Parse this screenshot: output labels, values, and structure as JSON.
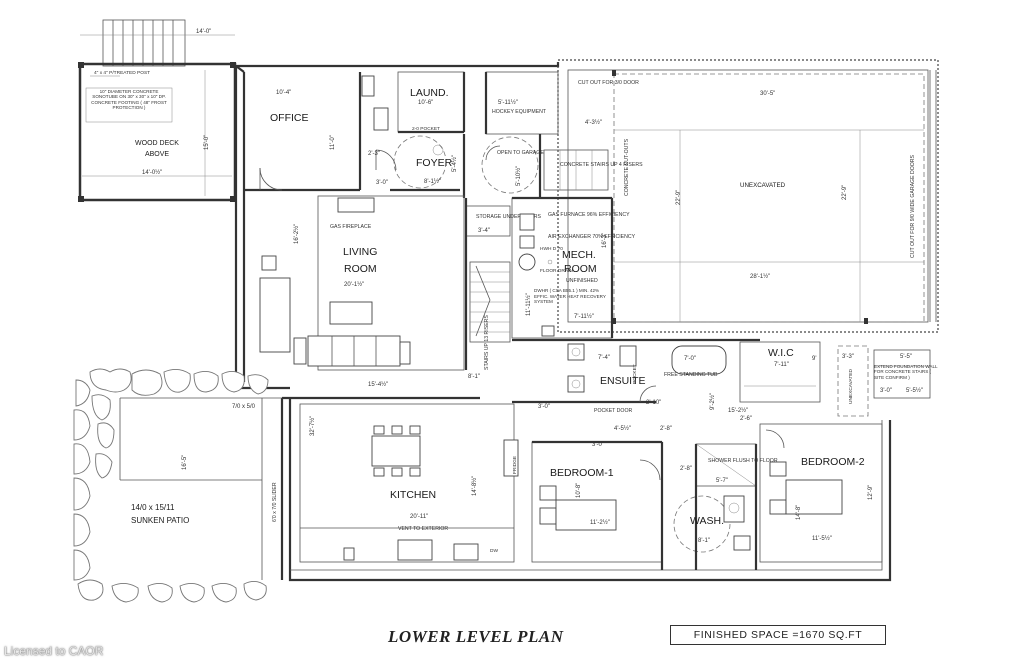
{
  "title": "LOWER LEVEL PLAN",
  "finished_space": "FINISHED SPACE =1670 SQ.FT",
  "watermark": "Licensed to CAOR",
  "rooms": {
    "office": "OFFICE",
    "laundry": "LAUND.",
    "foyer": "FOYER",
    "living_1": "LIVING",
    "living_2": "ROOM",
    "mech_1": "MECH.",
    "mech_2": "ROOM",
    "ensuite": "ENSUITE",
    "wic": "W.I.C",
    "bedroom1": "BEDROOM-1",
    "bedroom2": "BEDROOM-2",
    "kitchen": "KITCHEN",
    "wash": "WASH.",
    "unexcavated": "UNEXCAVATED",
    "wood_deck_1": "WOOD DECK",
    "wood_deck_2": "ABOVE",
    "patio_1": "14/0 x 15/11",
    "patio_2": "SUNKEN PATIO",
    "unexcavated_small": "UNEXCAVATED"
  },
  "dims": {
    "deck_top": "14'-0\"",
    "deck_bottom": "14'-0½\"",
    "deck_side": "15'-0\"",
    "office_w": "10'-4\"",
    "office_h": "11'-0\"",
    "laund_w": "10'-6\"",
    "hockey_w": "5'-11½\"",
    "garage_w": "30'-5\"",
    "garage_h": "22'-9\"",
    "garage_h2": "22'-9\"",
    "garage_in": "28'-1½\"",
    "garage_left": "16'-3\"",
    "door_w": "4'-3½\"",
    "foyer_w": "8'-1½\"",
    "foyer_h": "5'-4½\"",
    "foyer_dim2": "2'-3\"",
    "open_h": "5'-10½\"",
    "living_w": "20'-1½\"",
    "living_h": "16'-2½\"",
    "living_b": "15'-4½\"",
    "storage_w": "3'-4\"",
    "mech_w": "7'-11½\"",
    "mech_h": "11'-11½\"",
    "stairs_w": "8'-1\"",
    "ensuite_w": "7'-4\"",
    "tub_w": "7'-0\"",
    "wic_w": "7'-11\"",
    "wic_h": "9'",
    "ensuite_h": "9'-2½\"",
    "ensuite_b": "15'-2½\"",
    "ext_w": "5'-5\"",
    "ext_w2": "5'-5½\"",
    "kitchen_w": "20'-11\"",
    "kitchen_h": "14'-8½\"",
    "kitchen_d": "32'-7½\"",
    "patio_side": "16'-5\"",
    "patio_top": "7/0 x 5/0",
    "bed1_w": "11'-2½\"",
    "bed1_h": "10'-8\"",
    "bed1_d": "4'-5½\"",
    "bed2_w": "11'-5½\"",
    "bed2_h": "14'-8\"",
    "bed2_h2": "12'-9\"",
    "wash_w": "8'-1\"",
    "wash_h": "5'-7\"",
    "shower_h": "2'-8\"",
    "unex_w": "3'-3\"",
    "unex_w2": "3'-0\"",
    "d30": "3'-0\"",
    "d30b": "3'-0\"",
    "d30c": "3'-0\"",
    "d20": "2'-10\"",
    "d26": "2'-6\"",
    "d28": "2'-8\""
  },
  "notes": {
    "post": "4\" x 4\" P/TREATED POST",
    "sonotube": "10\" DIAMETER CONCRETE SONOTUBE ON 30\" x 30\" x 10\" DP. CONCRETE FOOTING ( 48\" FROST PROTECTION )",
    "pocket": "2-0 POCKET",
    "hockey": "HOCKEY EQUIPMENT",
    "open_garage": "OPEN TO GARAGE",
    "cut_out_door": "CUT OUT FOR 3/0 DOOR",
    "concrete_stairs": "CONCRETE STAIRS UP 4 RISERS",
    "concrete_cutouts": "CONCRETE CUT-OUTS",
    "cut_out_garage": "CUT OUT FOR 9/0 WIDE GARAGE DOORS",
    "gas_fireplace": "GAS FIREPLACE",
    "storage": "STORAGE UNDER STAIRS",
    "gas_furnace": "GAS FURNACE 96% EFFICIENCY",
    "air_exchanger": "AIR EXCHANGER 70% EFFICIENCY",
    "floor_drain": "FLOOR DRAIN",
    "unfinished": "UNFINISHED",
    "hwh": "HWH D 70",
    "dwhr": "DWHR ( CSA B55.1 ) MIN. 42% EFFIC. WATER HEAT RECOVERY SYSTEM",
    "stairs_up": "STAIRS UP 13 RISERS",
    "free_tub": "FREE STANDING TUB",
    "pocket_door": "POCKET DOOR",
    "pocket_v": "POCKET",
    "extend_found": "EXTEND FOUNDATION WALL FOR CONCRETE STAIRS ( SITE CONFIRM )",
    "slider": "6'0 x 7/0 SLIDER",
    "vent": "VENT TO EXTERIOR",
    "dw": "DW",
    "fridge": "FRIDGE",
    "shower": "SHOWER FLUSH TO FLOOR"
  }
}
